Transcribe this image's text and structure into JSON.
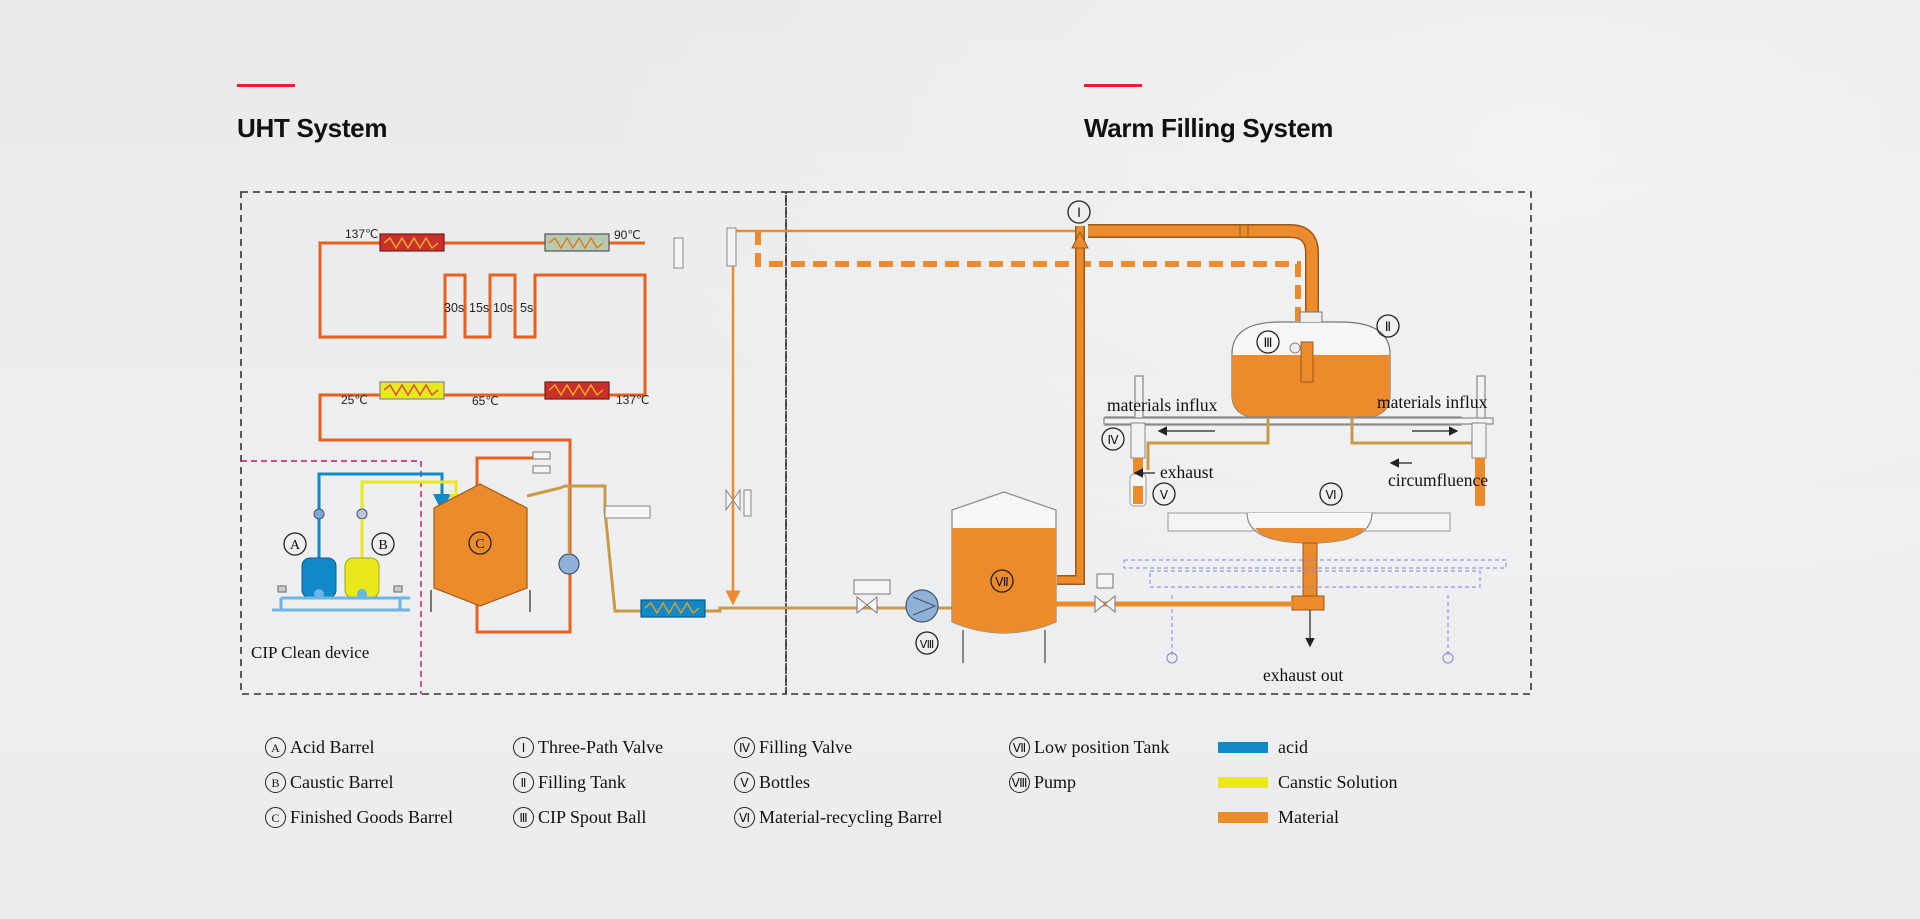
{
  "sections": {
    "uht_title": "UHT System",
    "warm_title": "Warm Filling System"
  },
  "colors": {
    "accent": "#e3222b",
    "acid": "#1089c8",
    "caustic": "#e8e81a",
    "material": "#eb8b2c",
    "dashed_border": "#333333",
    "cip_border": "#c2185b"
  },
  "diagram": {
    "temps": {
      "t1": "137℃",
      "t2": "90℃",
      "t3": "25℃",
      "t4": "65℃",
      "t5": "137℃"
    },
    "holding": {
      "h1": "30s",
      "h2": "15s",
      "h3": "10s",
      "h4": "5s"
    },
    "markers": {
      "A": "A",
      "B": "B",
      "C": "C",
      "I": "Ⅰ",
      "II": "Ⅱ",
      "III": "Ⅲ",
      "IV": "Ⅳ",
      "V": "Ⅴ",
      "VI": "Ⅵ",
      "VII": "Ⅶ",
      "VIII": "Ⅷ"
    },
    "labels": {
      "cip": "CIP Clean device",
      "materials_influx_left": "materials influx",
      "materials_influx_right": "materials influx",
      "exhaust": "exhaust",
      "circumfluence": "circumfluence",
      "exhaust_out": "exhaust out"
    }
  },
  "legend": {
    "col1": [
      {
        "marker": "A",
        "label": "Acid Barrel"
      },
      {
        "marker": "B",
        "label": "Caustic Barrel"
      },
      {
        "marker": "C",
        "label": "Finished Goods Barrel"
      }
    ],
    "col2": [
      {
        "marker": "Ⅰ",
        "label": "Three-Path Valve"
      },
      {
        "marker": "Ⅱ",
        "label": "Filling Tank"
      },
      {
        "marker": "Ⅲ",
        "label": "CIP Spout Ball"
      }
    ],
    "col3": [
      {
        "marker": "Ⅳ",
        "label": "Filling Valve"
      },
      {
        "marker": "Ⅴ",
        "label": "Bottles"
      },
      {
        "marker": "Ⅵ",
        "label": "Material-recycling Barrel"
      }
    ],
    "col4": [
      {
        "marker": "Ⅶ",
        "label": "Low position Tank"
      },
      {
        "marker": "Ⅷ",
        "label": "Pump"
      }
    ],
    "col5": [
      {
        "color": "#1089c8",
        "label": "acid"
      },
      {
        "color": "#e8e81a",
        "label": "Canstic Solution"
      },
      {
        "color": "#eb8b2c",
        "label": "Material"
      }
    ]
  }
}
